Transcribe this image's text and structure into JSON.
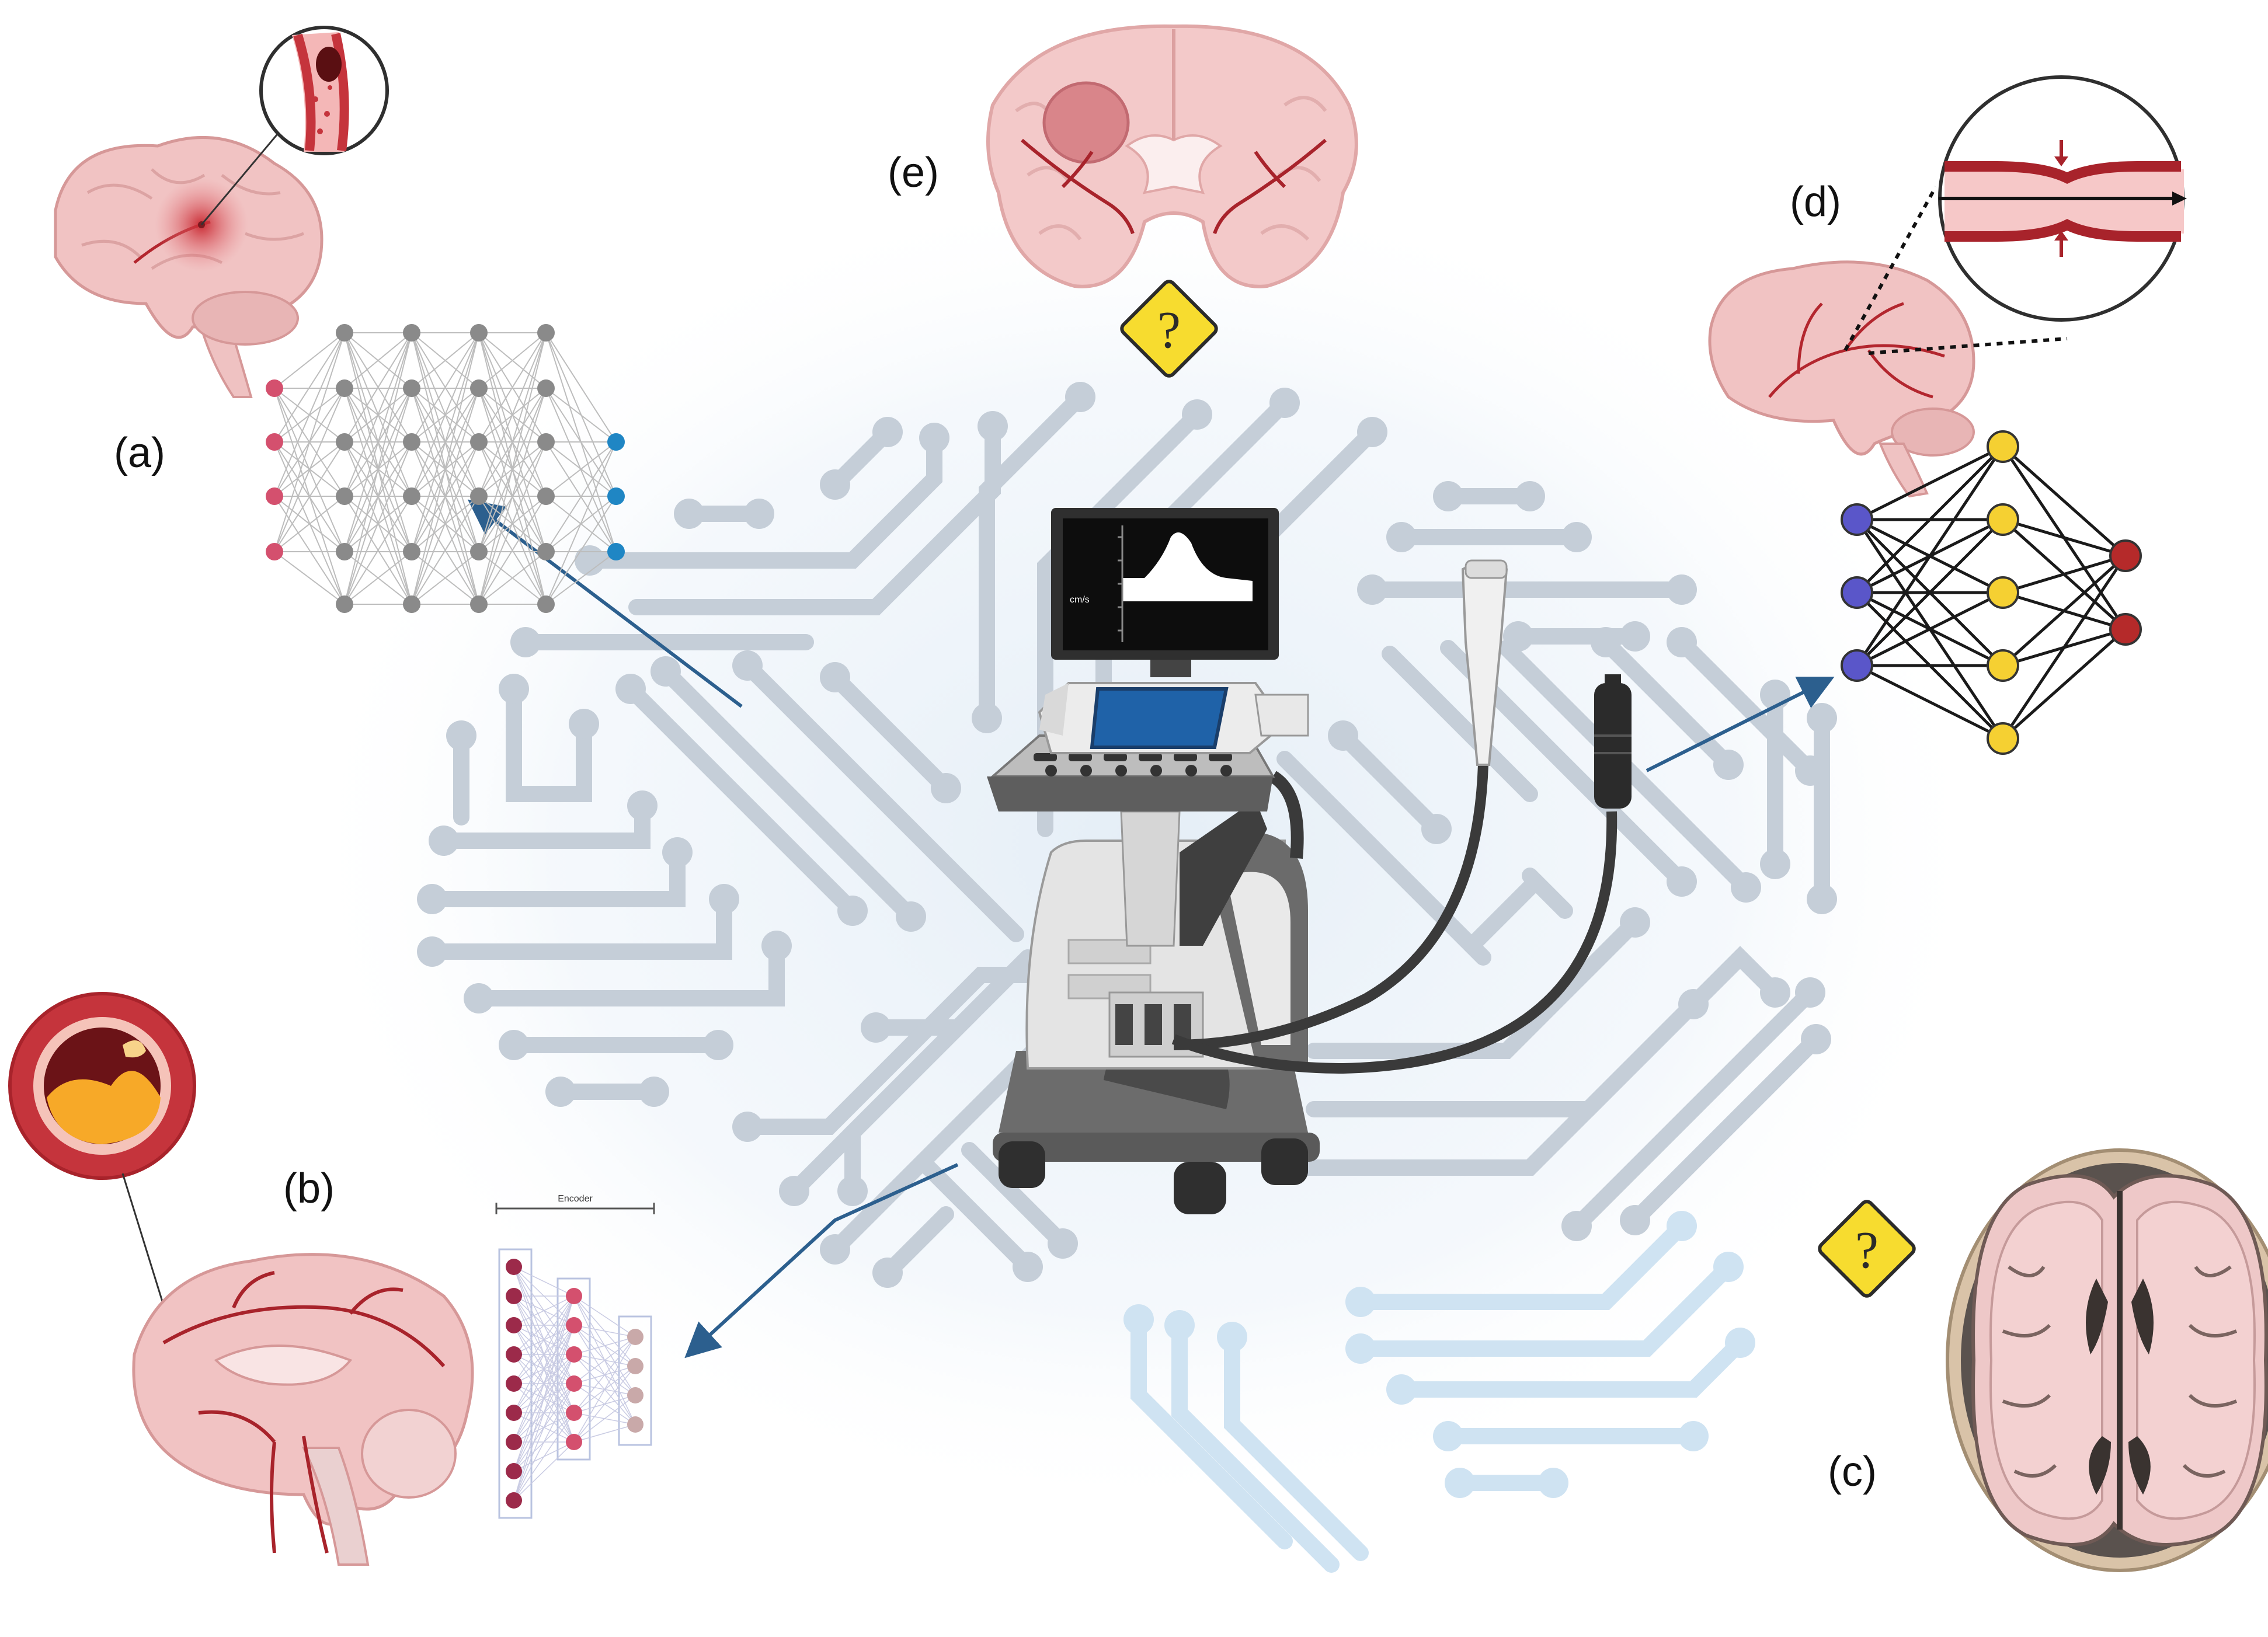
{
  "labels": {
    "a": "(a)",
    "b": "(b)",
    "c": "(c)",
    "d": "(d)",
    "e": "(e)"
  },
  "monitor": {
    "unit": "cm/s"
  },
  "encoder": {
    "title": "Encoder"
  },
  "question_mark": "?",
  "colors": {
    "circuit_gray": "#c5ced8",
    "circuit_blue": "#cfe3f2",
    "arrow_blue": "#2c5f8e",
    "brain_pink": "#f1c3c3",
    "vessel_red": "#b3262e",
    "nn_gray": "#8a8a8a",
    "nn_pink": "#d4506e",
    "nn_blue": "#1f86c4",
    "nn_purple": "#5a56c9",
    "nn_yellow": "#f5d032",
    "nn_red": "#b52a2a",
    "warning_yellow": "#f7dc2f",
    "plaque_orange": "#f7a928"
  }
}
